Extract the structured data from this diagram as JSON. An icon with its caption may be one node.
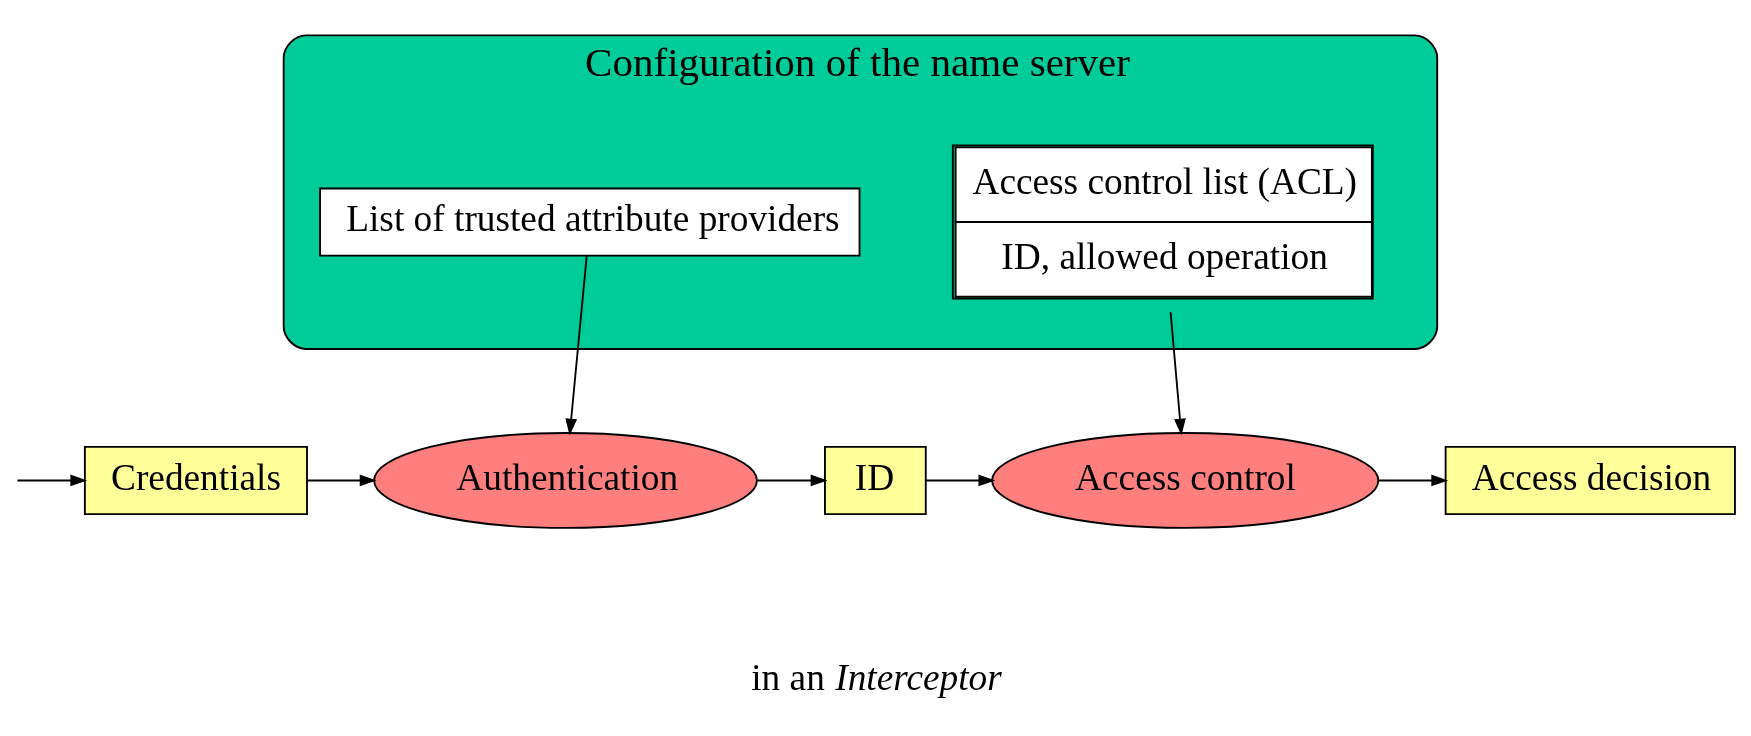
{
  "diagram": {
    "nodes": [
      {
        "text": [
          "Configuration of the name server"
        ]
      },
      {
        "text": [
          "List of trusted attribute providers"
        ],
        "in": 0
      },
      {
        "text": [
          "Access control list (ACL)",
          "ID, allowed operation"
        ],
        "in": 0
      },
      {
        "text": [
          "Credentials"
        ]
      },
      {
        "text": [
          "Authentication"
        ]
      },
      {
        "text": [
          "ID"
        ]
      },
      {
        "text": [
          "Access control"
        ]
      },
      {
        "text": [
          "Access decision"
        ]
      }
    ],
    "edges": [
      {
        "from": null,
        "to": 3,
        "arrow": "to"
      },
      {
        "from": 3,
        "to": 4,
        "arrow": "to"
      },
      {
        "from": 4,
        "to": 5,
        "arrow": "to"
      },
      {
        "from": 5,
        "to": 6,
        "arrow": "to"
      },
      {
        "from": 6,
        "to": 7,
        "arrow": "to"
      },
      {
        "from": 1,
        "to": 4,
        "arrow": "to"
      },
      {
        "from": 2,
        "to": 6,
        "arrow": "to"
      }
    ],
    "labels": [
      "in an *Interceptor*"
    ]
  }
}
